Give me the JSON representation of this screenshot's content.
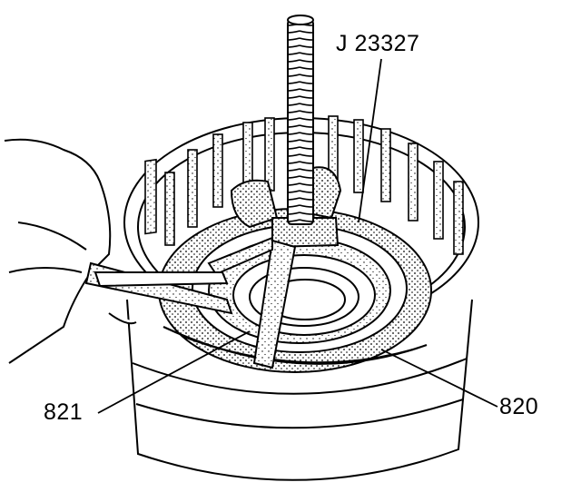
{
  "figure": {
    "labels": {
      "tool": "J 23327",
      "part_a": "821",
      "part_b": "820"
    }
  }
}
